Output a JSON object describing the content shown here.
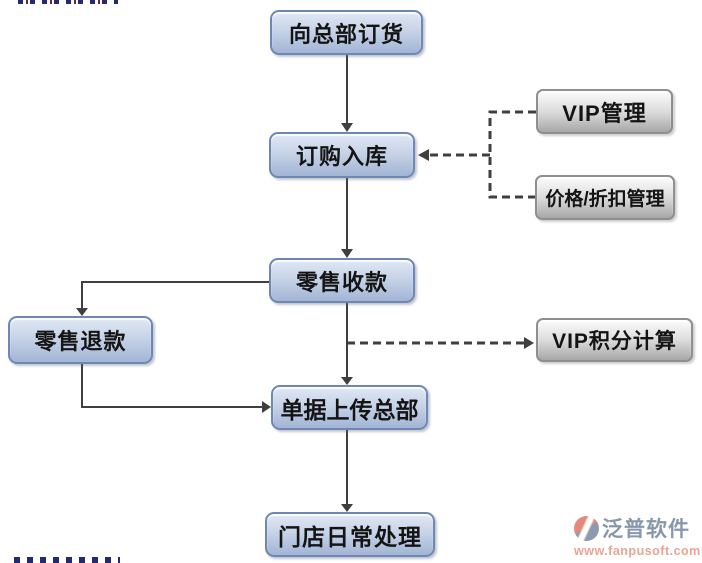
{
  "flowchart": {
    "nodes": {
      "order_hq": {
        "label": "向总部订货",
        "style": "process-blue"
      },
      "order_in": {
        "label": "订购入库",
        "style": "process-blue"
      },
      "vip_mgmt": {
        "label": "VIP管理",
        "style": "side-gray"
      },
      "price_discount": {
        "label": "价格/折扣管理",
        "style": "side-gray"
      },
      "retail_receipt": {
        "label": "零售收款",
        "style": "process-blue"
      },
      "retail_refund": {
        "label": "零售退款",
        "style": "process-blue"
      },
      "vip_points": {
        "label": "VIP积分计算",
        "style": "side-gray"
      },
      "upload_hq": {
        "label": "单据上传总部",
        "style": "process-blue"
      },
      "store_daily": {
        "label": "门店日常处理",
        "style": "process-blue"
      }
    },
    "colors": {
      "process_box_border": "#6e87b4",
      "process_box_gradient_top": "#e0e8f4",
      "process_box_gradient_bottom": "#a2b5d6",
      "side_box_border": "#8f8f8f",
      "side_box_gradient_top": "#fcfcfc",
      "side_box_gradient_bottom": "#a7a7a7",
      "connector": "#3f3f3f",
      "label_text": "#141414"
    }
  },
  "watermark": {
    "brand": "泛普软件",
    "url": "www.fanpusoft.com",
    "brand_color": "#8897ac",
    "url_color": "#eba494",
    "icon_colors": [
      "#e2897b",
      "#8d9aae"
    ]
  }
}
